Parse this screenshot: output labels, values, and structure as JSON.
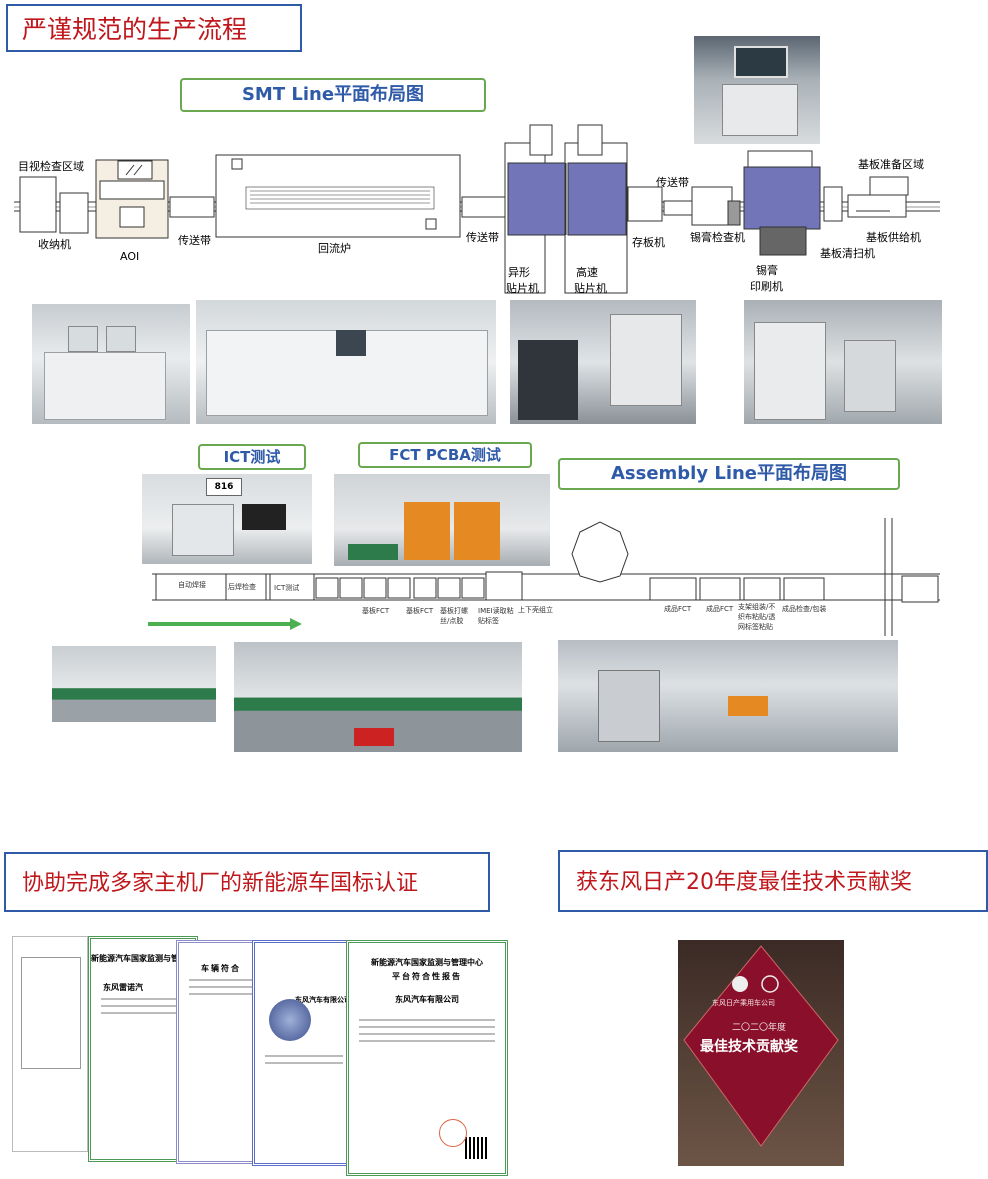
{
  "section1_title": "严谨规范的生产流程",
  "smt": {
    "title": "SMT Line平面布局图",
    "labels": {
      "visual_inspect": "目视检查区域",
      "unloader": "收纳机",
      "aoi": "AOI",
      "conveyor1": "传送带",
      "reflow": "回流炉",
      "conveyor2": "传送带",
      "irregular_1": "异形",
      "irregular_2": "贴片机",
      "highspeed_1": "高速",
      "highspeed_2": "贴片机",
      "buffer": "存板机",
      "conveyor3": "传送带",
      "spi": "锡膏检查机",
      "printer_1": "锡膏",
      "printer_2": "印刷机",
      "board_prep": "基板准备区域",
      "loader": "基板供给机",
      "cleaner": "基板清扫机"
    }
  },
  "ict_title": "ICT测试",
  "fct_title": "FCT PCBA测试",
  "assembly": {
    "title": "Assembly Line平面布局图",
    "labels": {
      "auto_solder": "自动焊接",
      "post_solder": "后焊检查",
      "ict": "ICT测试",
      "board_fct_1": "基板FCT",
      "board_fct_2": "基板FCT",
      "board_screw": "基板打螺丝/点胶",
      "imei": "IMEI读取粘贴标签",
      "housing": "上下壳组立",
      "product_fct_1": "成品FCT",
      "product_fct_2": "成品FCT",
      "bracket": "支架组装/不织布粘贴/透网标签粘贴",
      "final_pack": "成品检查/包装"
    }
  },
  "section2_title": "协助完成多家主机厂的新能源车国标认证",
  "section3_title": "获东风日产20年度最佳技术贡献奖",
  "certs": {
    "heading_1": "新能源汽车国家监测与管理中心",
    "heading_2": "平台符合性报告",
    "company": "东风汽车有限公司",
    "back_company": "东风雷诺汽",
    "back_heading": "车辆符合"
  },
  "award": {
    "brand": "东风日产乘用车公司",
    "year": "二〇二〇年度",
    "name": "最佳技术贡献奖"
  },
  "colors": {
    "title_red": "#c0171c",
    "border_blue": "#2e5aa8",
    "green": "#6aa84f",
    "machine_purple": "#7275b8",
    "award_red": "#8a0f2a"
  }
}
